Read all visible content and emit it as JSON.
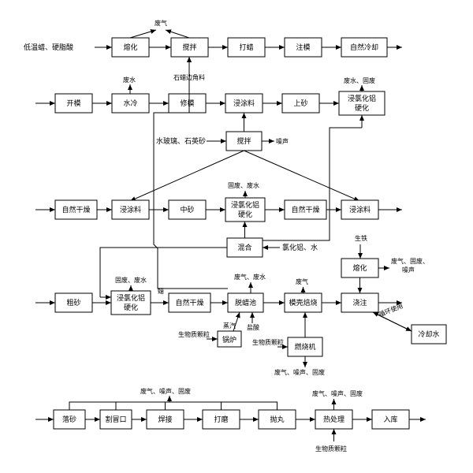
{
  "inputs": {
    "row1": "低温蜡、硬脂酸",
    "stir_wax_feed": "石蜡边角料",
    "row3": "水玻璃、石英砂",
    "mix_feed": "氯化铝、水",
    "iron": "生铁",
    "boiler_fuel": "生物质颗粒",
    "burner_fuel": "生物质颗粒",
    "heat_fuel": "生物质颗粒"
  },
  "boxes": {
    "melt1": "熔化",
    "stir1": "搅拌",
    "wax_press": "打蜡",
    "inject": "注模",
    "air_cool": "自然冷却",
    "open_mold": "开模",
    "water_cool": "水冷",
    "trim": "修模",
    "dip1": "浸涂料",
    "sand1": "上砂",
    "harden1": [
      "浸氯化铝",
      "硬化"
    ],
    "stir2": "搅拌",
    "dry1": "自然干燥",
    "dip2": "浸涂料",
    "mid_sand": "中砂",
    "harden2": [
      "浸氯化铝",
      "硬化"
    ],
    "dry2": "自然干燥",
    "dip3": "浸涂料",
    "mix": "混合",
    "melt2": "熔化",
    "coarse": "粗砂",
    "harden3": [
      "浸氯化铝",
      "硬化"
    ],
    "dry3": "自然干燥",
    "dewax": "脱蜡池",
    "shell_roast": "模壳焙烧",
    "pour": "浇注",
    "boiler": "锅炉",
    "burner": "燃烧机",
    "cool_water": "冷却水",
    "shakeout": "落砂",
    "cut_gate": "割冒口",
    "weld": "焊接",
    "grind": "打磨",
    "shot_blast": "抛丸",
    "heat_treat": "热处理",
    "store": "入库"
  },
  "emissions": {
    "melt1": "废气",
    "water_cool": "废水",
    "harden1": "废水、固废",
    "stir2": "噪声",
    "harden2": "固废、废水",
    "melt2": [
      "废气、固废、",
      "噪声"
    ],
    "harden3": "固废、废水",
    "dewax": "废气、废水",
    "shell_roast": "废气",
    "burner": "废气、噪声、固废",
    "post_top": "废气、噪声、固废",
    "heat_treat": "废气、噪声、固废"
  },
  "links": {
    "steam": "蒸汽",
    "wax_return": "蜡",
    "recycle": "循环使用"
  }
}
